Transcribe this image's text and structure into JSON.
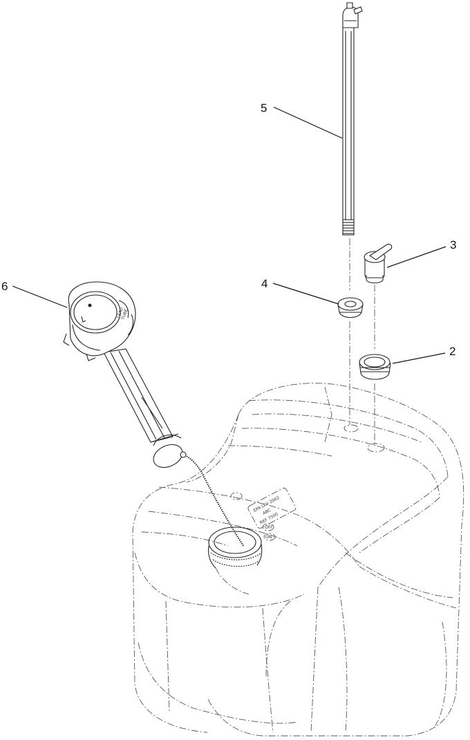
{
  "callouts": {
    "c2": "2",
    "c3": "3",
    "c4": "4",
    "c5": "5",
    "c6": "6"
  },
  "decals": {
    "tank_label_lines": [
      "EPA LEV 2002",
      "ABC",
      "REF 7500"
    ],
    "cap_label_lines": [
      "LEAD",
      "TUBE"
    ],
    "fill_marks": [
      "OFF",
      "ON"
    ]
  }
}
